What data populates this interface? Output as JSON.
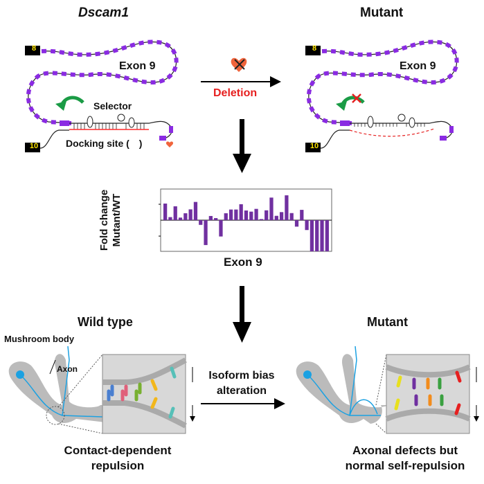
{
  "top": {
    "left_title": "Dscam1",
    "right_title": "Mutant",
    "exon9_label": "Exon 9",
    "exon8_label": "8",
    "exon10_label": "10",
    "selector_label": "Selector",
    "docking_label": "Docking site (",
    "docking_label_end": ")",
    "deletion_label": "Deletion"
  },
  "colors": {
    "exon_purple": "#8a2be2",
    "selector_green": "#1a9b45",
    "docking_red": "#ff2a2a",
    "heart": "#f0643c",
    "axon_blue": "#1ba1e2",
    "deletion_red": "#e62020"
  },
  "chart_data": {
    "type": "bar",
    "title": "",
    "xlabel": "Exon 9",
    "ylabel": "Fold change Mutant/WT",
    "ylabel_lines": [
      "Fold change",
      "Mutant/WT"
    ],
    "ylim": [
      -1.93,
      1.93
    ],
    "yticks": [
      -1,
      0,
      1
    ],
    "grid": false,
    "color": "#7030a0",
    "values": [
      1.03,
      0.19,
      0.86,
      0.16,
      0.43,
      0.67,
      1.13,
      -0.29,
      -1.54,
      0.26,
      0.13,
      -1.01,
      0.43,
      0.66,
      0.66,
      0.99,
      0.6,
      0.53,
      0.7,
      0.07,
      0.61,
      1.4,
      0.27,
      0.5,
      1.54,
      0.44,
      -0.4,
      0.64,
      -0.61,
      -1.93,
      -1.93,
      -1.93,
      -1.93
    ]
  },
  "bottom": {
    "left_title": "Wild type",
    "right_title": "Mutant",
    "mushroom_label": "Mushroom body",
    "axon_label": "Axon",
    "middle_label_1": "Isoform bias",
    "middle_label_2": "alteration",
    "left_caption_1": "Contact-dependent",
    "left_caption_2": "repulsion",
    "right_caption_1": "Axonal defects but",
    "right_caption_2": "normal self-repulsion"
  }
}
